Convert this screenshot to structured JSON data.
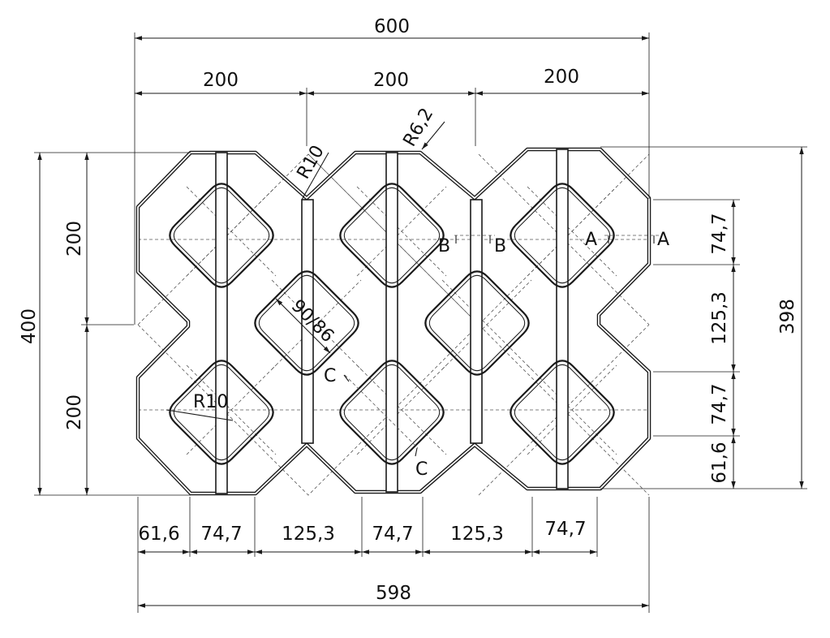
{
  "dimensions": {
    "overall_width_top": "600",
    "module_1": "200",
    "module_2": "200",
    "module_3": "200",
    "overall_height_left": "400",
    "left_upper": "200",
    "left_lower": "200",
    "overall_height_right": "398",
    "right_1": "74,7",
    "right_2": "125,3",
    "right_3": "74,7",
    "right_4": "61,6",
    "bottom_1": "61,6",
    "bottom_2": "74,7",
    "bottom_3": "125,3",
    "bottom_4": "74,7",
    "bottom_5": "125,3",
    "bottom_6": "74,7",
    "overall_width_bottom": "598"
  },
  "callouts": {
    "radius_top": "R10",
    "radius_edge": "R6,2",
    "radius_hole": "R10",
    "hole_size": "90/86"
  },
  "sections": {
    "a_left": "A",
    "a_right": "A",
    "b_left": "B",
    "b_right": "B",
    "c_upper": "C",
    "c_lower": "C"
  }
}
